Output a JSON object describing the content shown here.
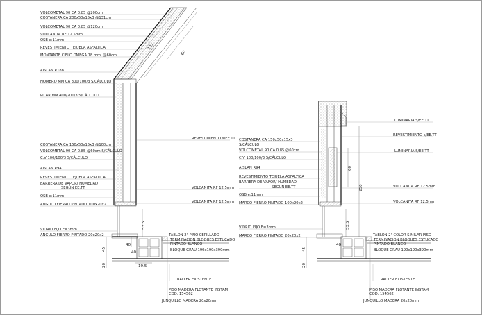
{
  "left_detail": {
    "labels": [
      "VOLCOMETAL 90 CA 0.85 @200cm",
      "COSTANERA CA 200x50x15x3 @131cm",
      "VOLCOMETAL 90 CA 0.85 @120cm",
      "VOLCANITA RF 12.5mm",
      "OSB e:11mm",
      "REVESTIMIENTO TEJUELA ASFALTICA",
      "MONTANTE CIELO OMEGA 18 mm. @60cm",
      "AISLAN R188",
      "HOMBRO MM CA 300/100/3 S/CÁLCULO",
      "PILAR MM 400/200/3 S/CÁLCULO",
      "COSTANERA CA 150x50x15x3 @100cm",
      "VOLCOMETAL 90 CA 0.85 @60cm S/CÁLCULO",
      "C.V 100/100/3 S/CÁLCULO",
      "AISLAN R94",
      "REVESTIMIENTO TEJUELA ASFALTICA",
      "BARRERA DE VAPOR/ HUMEDAD",
      "SEGÚN EE.TT",
      "OSB e:11mm",
      "ANGULO FIERRO PINTADO 100x20x2",
      "VIDRIO FIJO E=3mm.",
      "ANGULO FIERRO PINTADO 20x20x2"
    ],
    "right_labels": [
      "REVESTIMIENTO s/EE.TT",
      "VOLCANITA RF 12.5mm",
      "VOLCANITA RF 12.5mm"
    ],
    "bottom_labels": [
      "TABLON 2\" PINO CEPILLADO",
      "TERMINACION BLOQUES ESTUCADO",
      "PINTADO BLANCO",
      "BLOQUE GRAU 190x190x390mm",
      "RADIER EXISTENTE",
      "PISO MADERA FLOTANTE INSTAM",
      "COD. 154562",
      "JUNQUILLO MADERA 20x20mm"
    ],
    "dims": [
      "131",
      "60",
      "53.5",
      "40",
      "40",
      "45",
      "20",
      "19.5"
    ]
  },
  "right_detail": {
    "left_labels": [
      "COSTANERA CA 150x50x15x3",
      "S/CÁLCULO",
      "VOLCOMETAL 90 CA 0.85 @60cm",
      "C.V 100/100/3 S/CÁLCULO",
      "AISLAN R94",
      "REVESTIMIENTO TEJUELA ASFALTICA",
      "BARRERA DE VAPOR/ HUMEDAD",
      "SEGÚN EE.TT",
      "OSB e:11mm",
      "MARCO FIERRO PINTADO 100x20x2",
      "VIDRIO FIJO E=3mm.",
      "MARCO FIERRO PINTADO 20x20x2"
    ],
    "right_labels": [
      "LUMINARIA S/EE.TT",
      "REVESTIMIENTO s/EE.TT",
      "LUMINARIA S/EE.TT",
      "VOLCANITA RF 12.5mm",
      "VOLCANITA RF 12.5mm"
    ],
    "bottom_labels": [
      "TABLON 2\" COLOR SIMILAR PISO",
      "TERMINACION BLOQUES ESTUCADO",
      "PINTADO BLANCO",
      "BLOQUE GRAU 190x190x390mm",
      "RADIER EXISTENTE",
      "PISO MADERA FLOTANTE INSTAM",
      "COD. 154562",
      "JUNQUILLO MADERA 20x20mm"
    ],
    "dims": [
      "60",
      "250",
      "53.5",
      "40",
      "45",
      "20"
    ]
  }
}
